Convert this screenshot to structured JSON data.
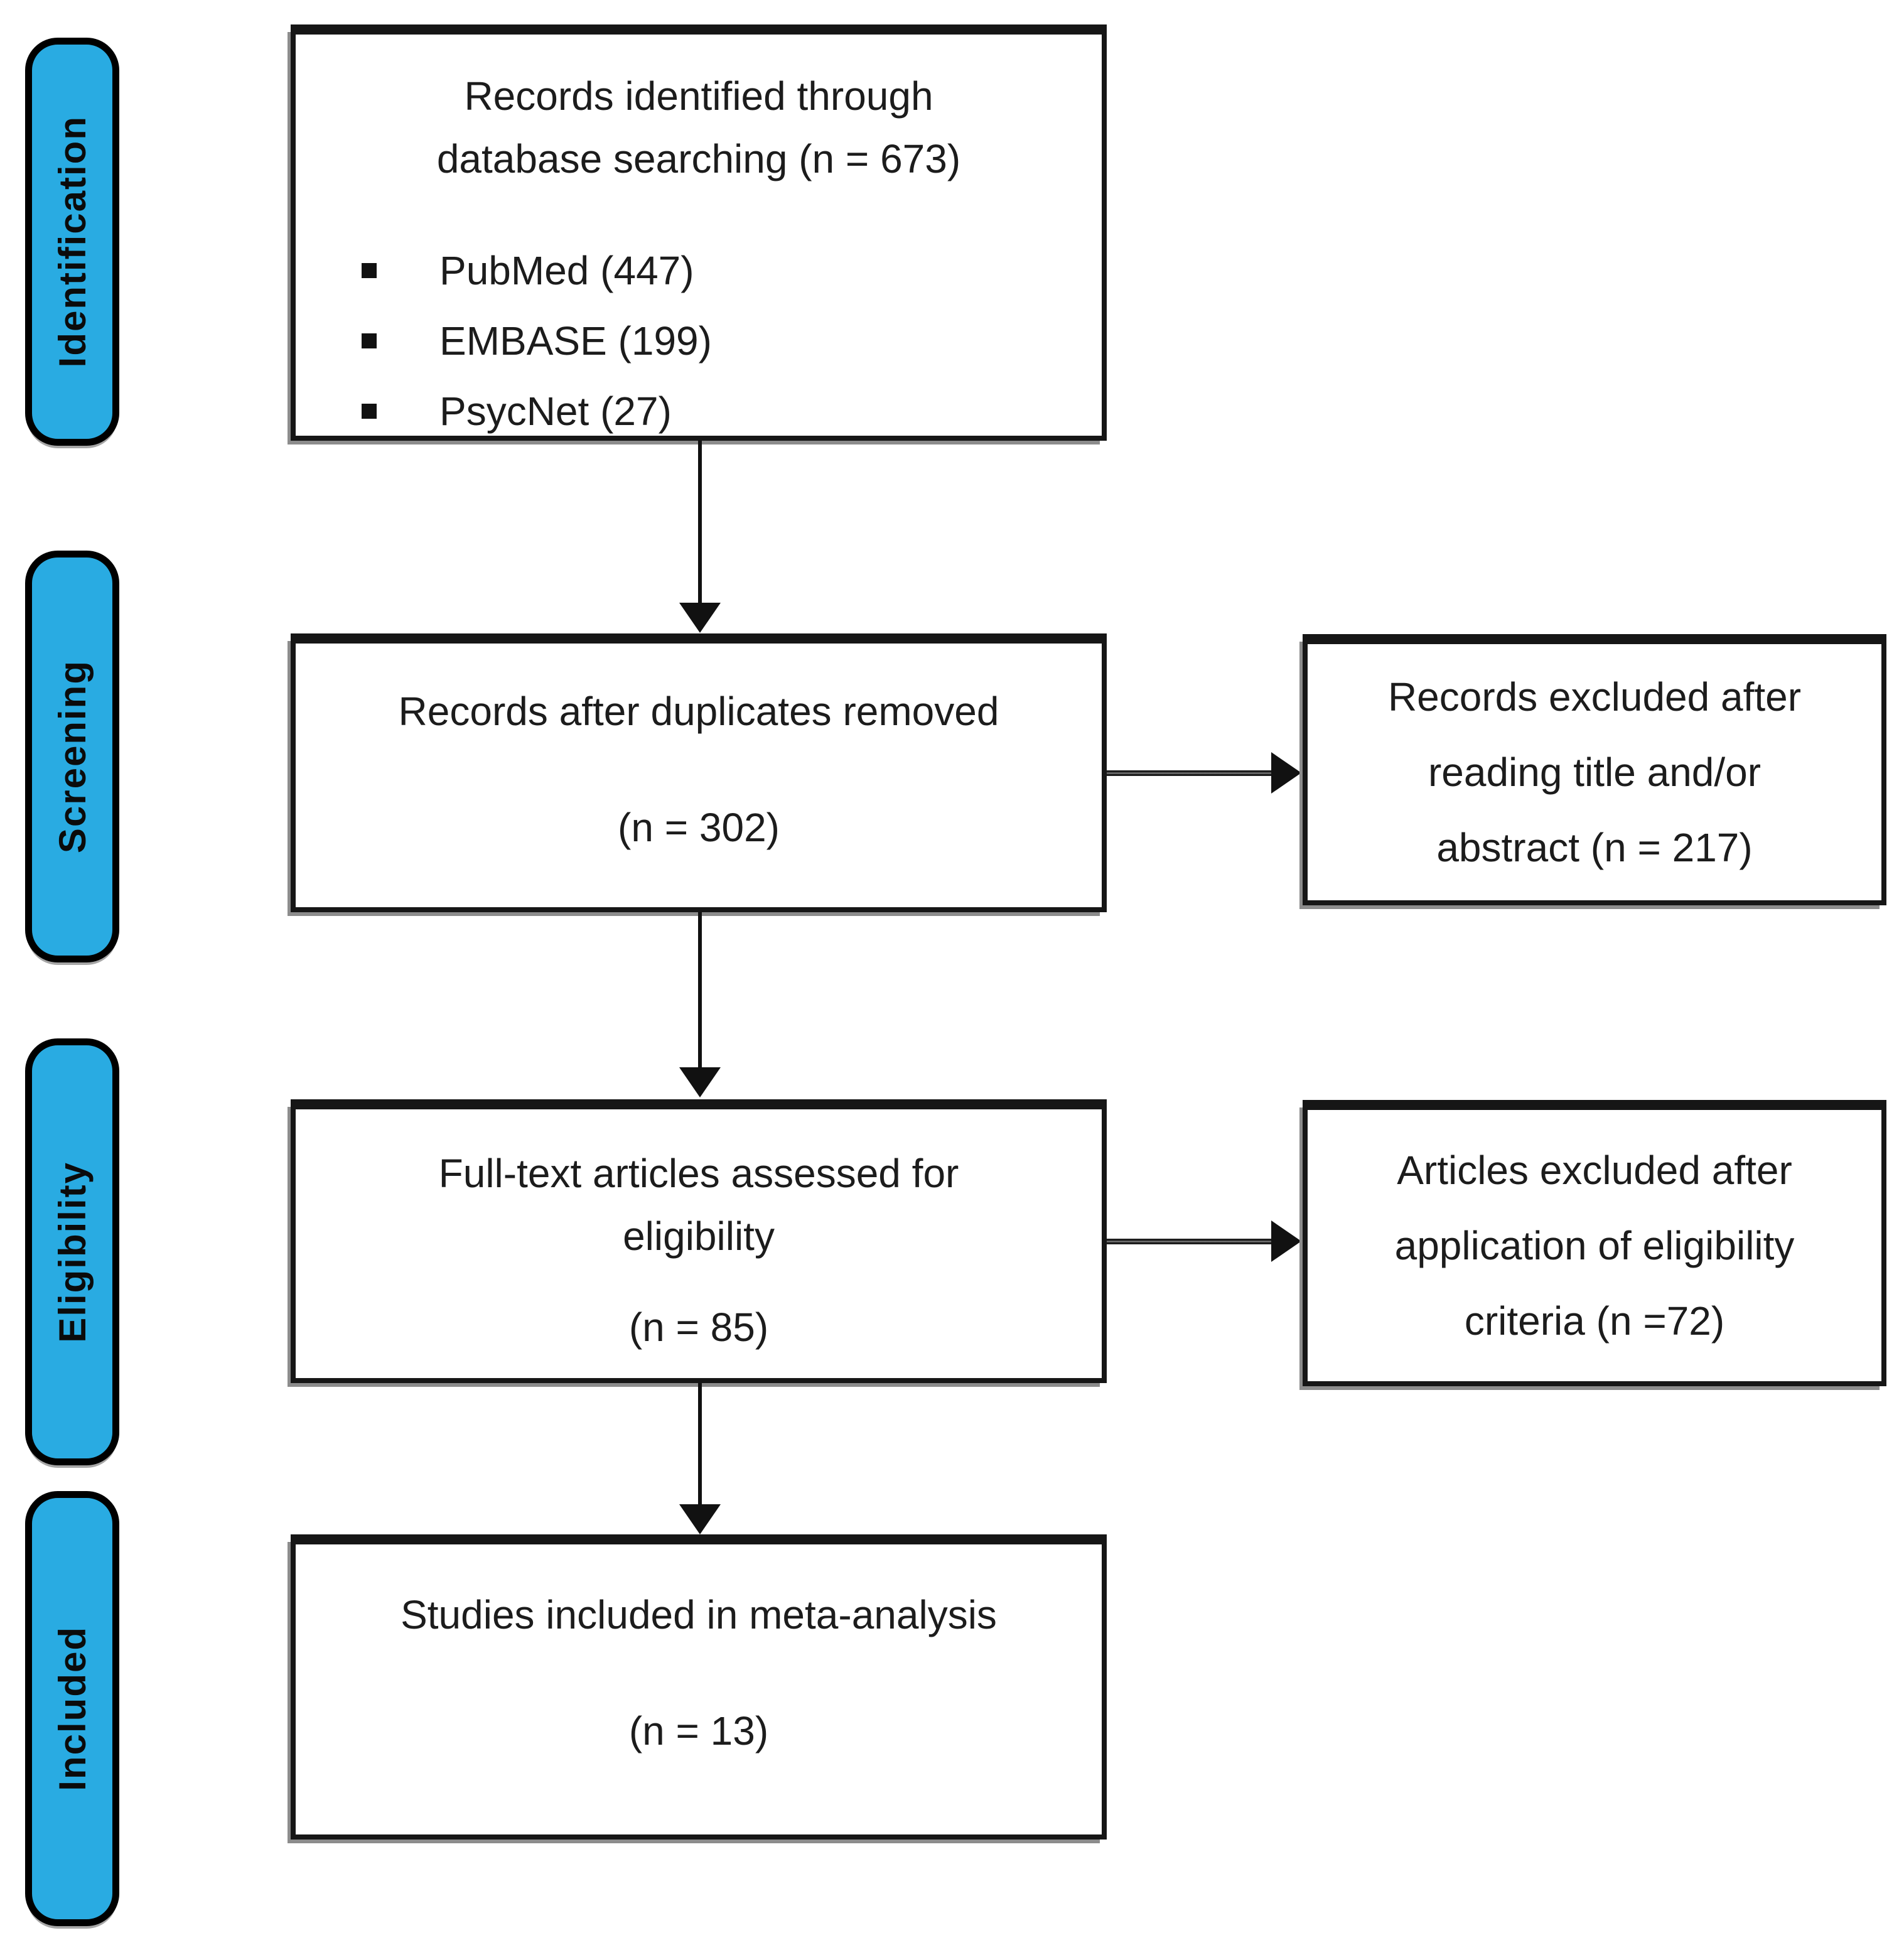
{
  "diagram": {
    "title": "PRISMA flow diagram",
    "stages": [
      {
        "label": "Identification"
      },
      {
        "label": "Screening"
      },
      {
        "label": "Eligibility"
      },
      {
        "label": "Included"
      }
    ],
    "boxes": {
      "identified": {
        "line1": "Records identified through",
        "line2": "database searching (n = 673)",
        "bullets": [
          "PubMed (447)",
          "EMBASE (199)",
          "PsycNet (27)"
        ]
      },
      "duplicates": {
        "line1": "Records after duplicates removed",
        "line2": "(n = 302)"
      },
      "fulltext": {
        "line1": "Full-text articles assessed for",
        "line2": "eligibility",
        "line3": "(n = 85)"
      },
      "included": {
        "line1": "Studies included in meta-analysis",
        "line2": "(n = 13)"
      },
      "excluded_screening": {
        "line1": "Records excluded after",
        "line2": "reading title and/or",
        "line3": "abstract (n = 217)"
      },
      "excluded_eligibility": {
        "line1": "Articles excluded after",
        "line2": "application of eligibility",
        "line3": "criteria (n =72)"
      }
    },
    "colors": {
      "stage_fill": "#29abe2",
      "stage_border": "#000000",
      "box_border": "#161616",
      "text": "#1c1c1c",
      "background": "#ffffff"
    }
  }
}
